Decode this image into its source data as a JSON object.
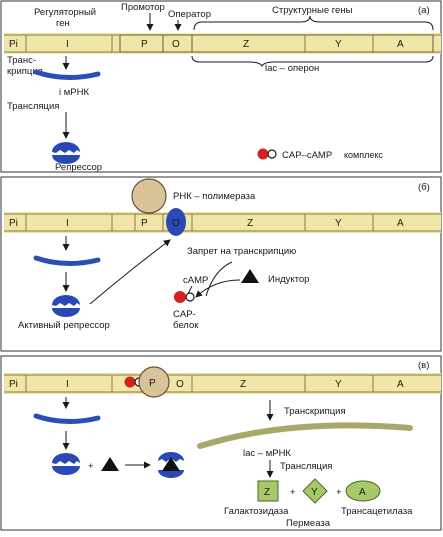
{
  "panel_a": {
    "tag": "(а)",
    "reg_gene_l1": "Регуляторный",
    "reg_gene_l2": "ген",
    "promoter": "Промотор",
    "operator": "Оператор",
    "structural": "Структурные гены",
    "operon": "lac – оперон",
    "transcr_l1": "Транс-",
    "transcr_l2": "крипция",
    "mrna": "i мРНК",
    "translation": "Трансляция",
    "repressor": "Репрессор",
    "cap_camp": "CAP–cAMP",
    "complex": "комплекс"
  },
  "panel_b": {
    "tag": "(б)",
    "rna_pol": "РНК – полимераза",
    "block": "Запрет на транскрипцию",
    "camp": "cAMP",
    "inducer": "Индуктор",
    "cap_l1": "CAP-",
    "cap_l2": "белок",
    "active_rep": "Активный репрессор"
  },
  "panel_c": {
    "tag": "(в)",
    "transcription": "Транскрипция",
    "lac_mrna": "lac – мРНК",
    "translation": "Трансляция",
    "galact": "Галактозидаза",
    "permease": "Пермеаза",
    "transacet": "Трансацетилаза",
    "plus1": "+",
    "plus2": "+",
    "plus3": "+"
  },
  "genes": {
    "pi": "Pi",
    "i": "I",
    "p": "P",
    "o": "O",
    "z": "Z",
    "y": "Y",
    "a": "A"
  },
  "colors": {
    "dna": "#f0e6a8",
    "rna": "#2a4fb8",
    "repressor": "#2a49b5",
    "cap": "#d42020",
    "polymerase": "#d9c49a",
    "protein": "#a7c96a",
    "lac_mrna": "#a8a86a"
  }
}
